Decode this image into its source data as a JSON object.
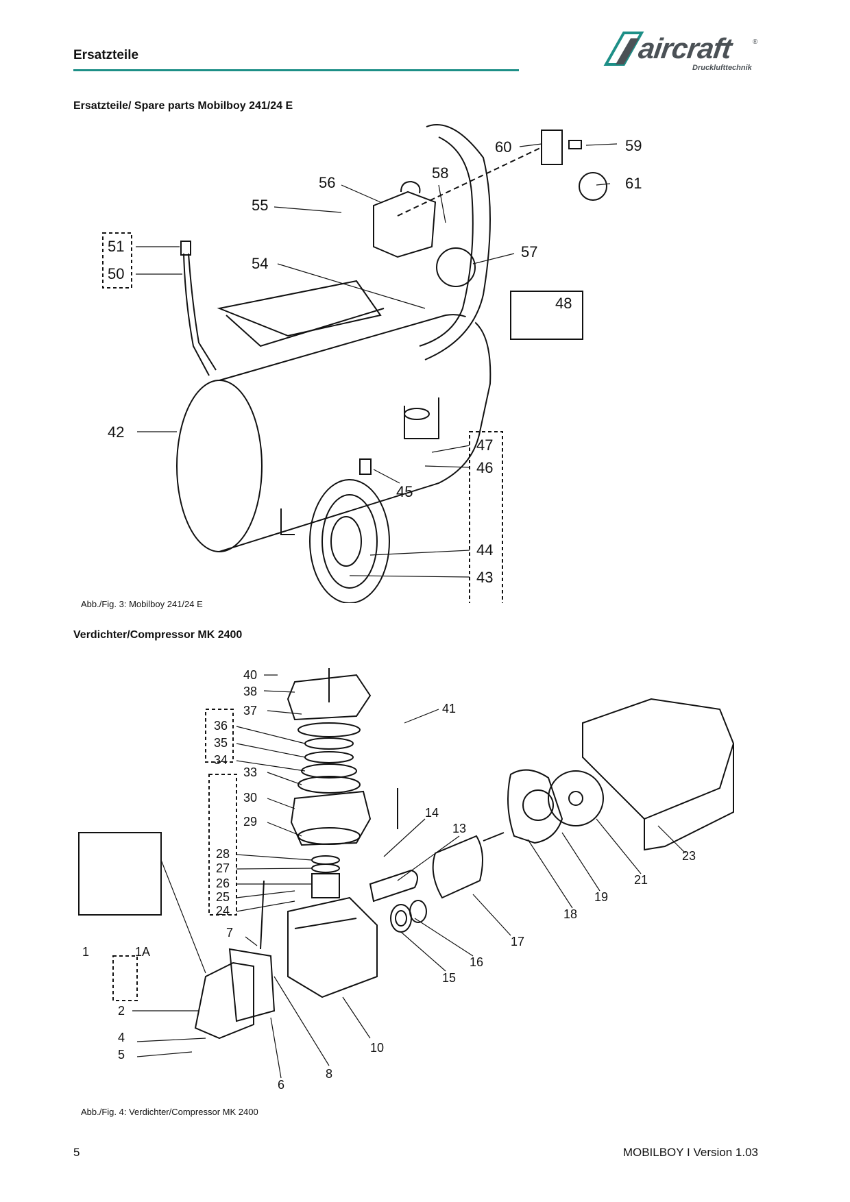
{
  "header": {
    "title": "Ersatzteile",
    "logo_text": "aircraft",
    "logo_registered": "®",
    "logo_subtitle": "Drucklufttechnik",
    "accent_color": "#1d8f87",
    "logo_color": "#4b5156"
  },
  "section1": {
    "title": "Ersatzteile/ Spare parts  Mobilboy 241/24 E",
    "caption": "Abb./Fig. 3: Mobilboy 241/24 E",
    "callouts": [
      "60",
      "59",
      "56",
      "58",
      "61",
      "55",
      "51",
      "50",
      "54",
      "57",
      "48",
      "42",
      "47",
      "46",
      "45",
      "44",
      "43"
    ]
  },
  "section2": {
    "title": "Verdichter/Compressor MK 2400",
    "caption": "Abb./Fig. 4:  Verdichter/Compressor MK 2400",
    "callouts": [
      "40",
      "38",
      "37",
      "41",
      "36",
      "35",
      "34",
      "33",
      "30",
      "29",
      "14",
      "13",
      "28",
      "27",
      "26",
      "25",
      "24",
      "23",
      "21",
      "19",
      "18",
      "17",
      "16",
      "15",
      "7",
      "1",
      "1A",
      "2",
      "4",
      "5",
      "10",
      "8",
      "6"
    ]
  },
  "footer": {
    "page_number": "5",
    "version": "MOBILBOY I Version 1.03"
  }
}
